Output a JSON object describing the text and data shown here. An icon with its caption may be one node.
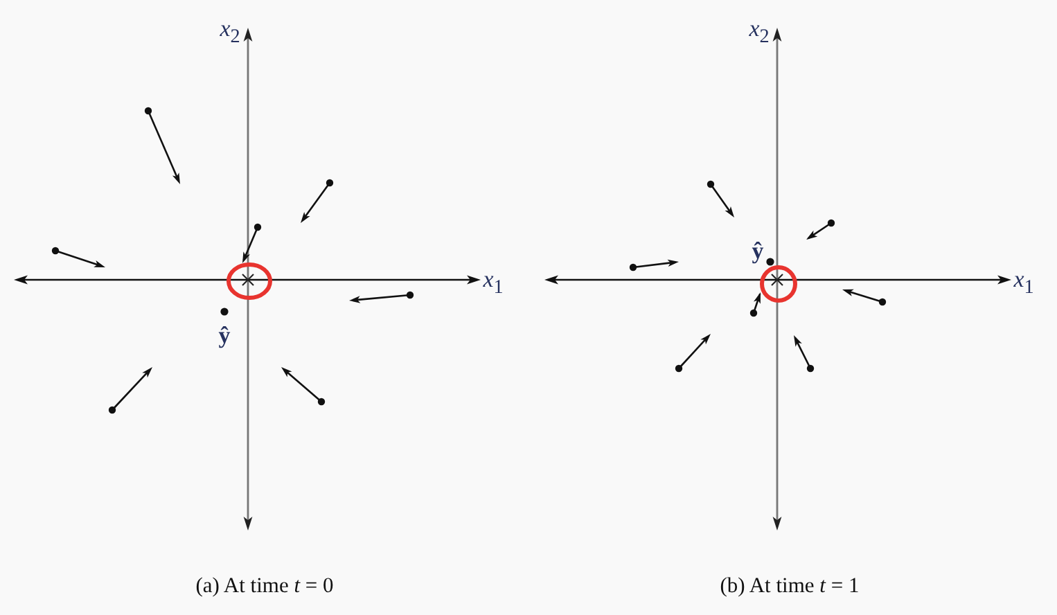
{
  "diagram": {
    "labels": [
      "*x*$_{2}$",
      "*x*$_{1}$",
      "ŷ",
      "(a) At time *t* = 0",
      "*x*$_{2}$",
      "ŷ",
      "*x*$_{1}$",
      "(b) At time *t* = 1"
    ]
  }
}
